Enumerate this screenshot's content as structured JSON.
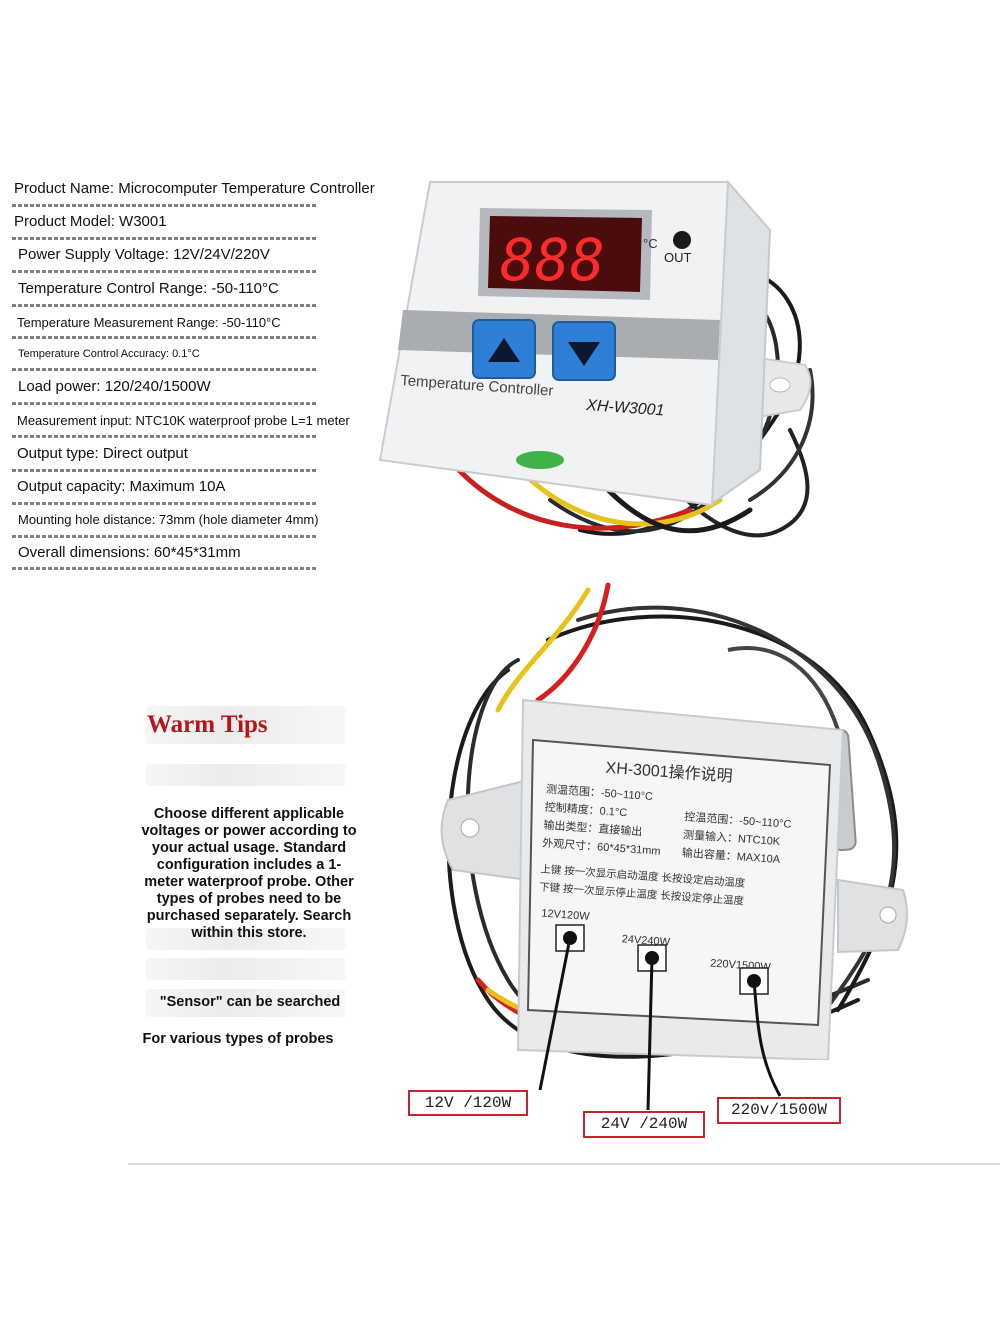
{
  "specs": [
    "Product Name: Microcomputer Temperature Controller",
    "Product Model: W3001",
    "Power Supply Voltage: 12V/24V/220V",
    "Temperature Control Range: -50-110°C",
    "Temperature Measurement Range: -50-110°C",
    "Temperature Control Accuracy: 0.1°C",
    "Load power: 120/240/1500W",
    "Measurement input: NTC10K waterproof probe L=1 meter",
    "Output type: Direct output",
    "Output capacity: Maximum 10A",
    "Mounting hole distance: 73mm (hole diameter 4mm)",
    "Overall dimensions: 60*45*31mm"
  ],
  "warm_tips": {
    "title": "Warm Tips",
    "body": "Choose different applicable voltages or power according to your actual usage. Standard configuration includes a 1-meter waterproof probe. Other types of probes need to be purchased separately. Search within this store.",
    "sensor_line": "\"Sensor\" can be searched",
    "probes_line": "For various types of probes"
  },
  "device_front": {
    "display": "888",
    "unit": "°C",
    "out_label": "OUT",
    "panel_text": "Temperature Controller",
    "model_text": "XH-W3001"
  },
  "device_back": {
    "title": "XH-3001操作说明",
    "rows": [
      "测温范围：-50~110°C",
      "控制精度：0.1°C",
      "输出类型：直接输出",
      "外观尺寸：60*45*31mm",
      "控温范围：-50~110°C",
      "测量输入：NTC10K",
      "输出容量：MAX10A",
      "上键  按一次显示启动温度  长按设定启动温度",
      "下键  按一次显示停止温度  长按设定停止温度"
    ],
    "terminal_12v": "12V120W",
    "terminal_24v": "24V240W",
    "terminal_220v": "220V1500W"
  },
  "callouts": [
    "12V /120W",
    "24V /240W",
    "220v/1500W"
  ],
  "colors": {
    "accent_red": "#b8141c",
    "display_red": "#ff2a2a",
    "button_blue": "#2f7fd6",
    "callout_red": "#c0262c"
  }
}
